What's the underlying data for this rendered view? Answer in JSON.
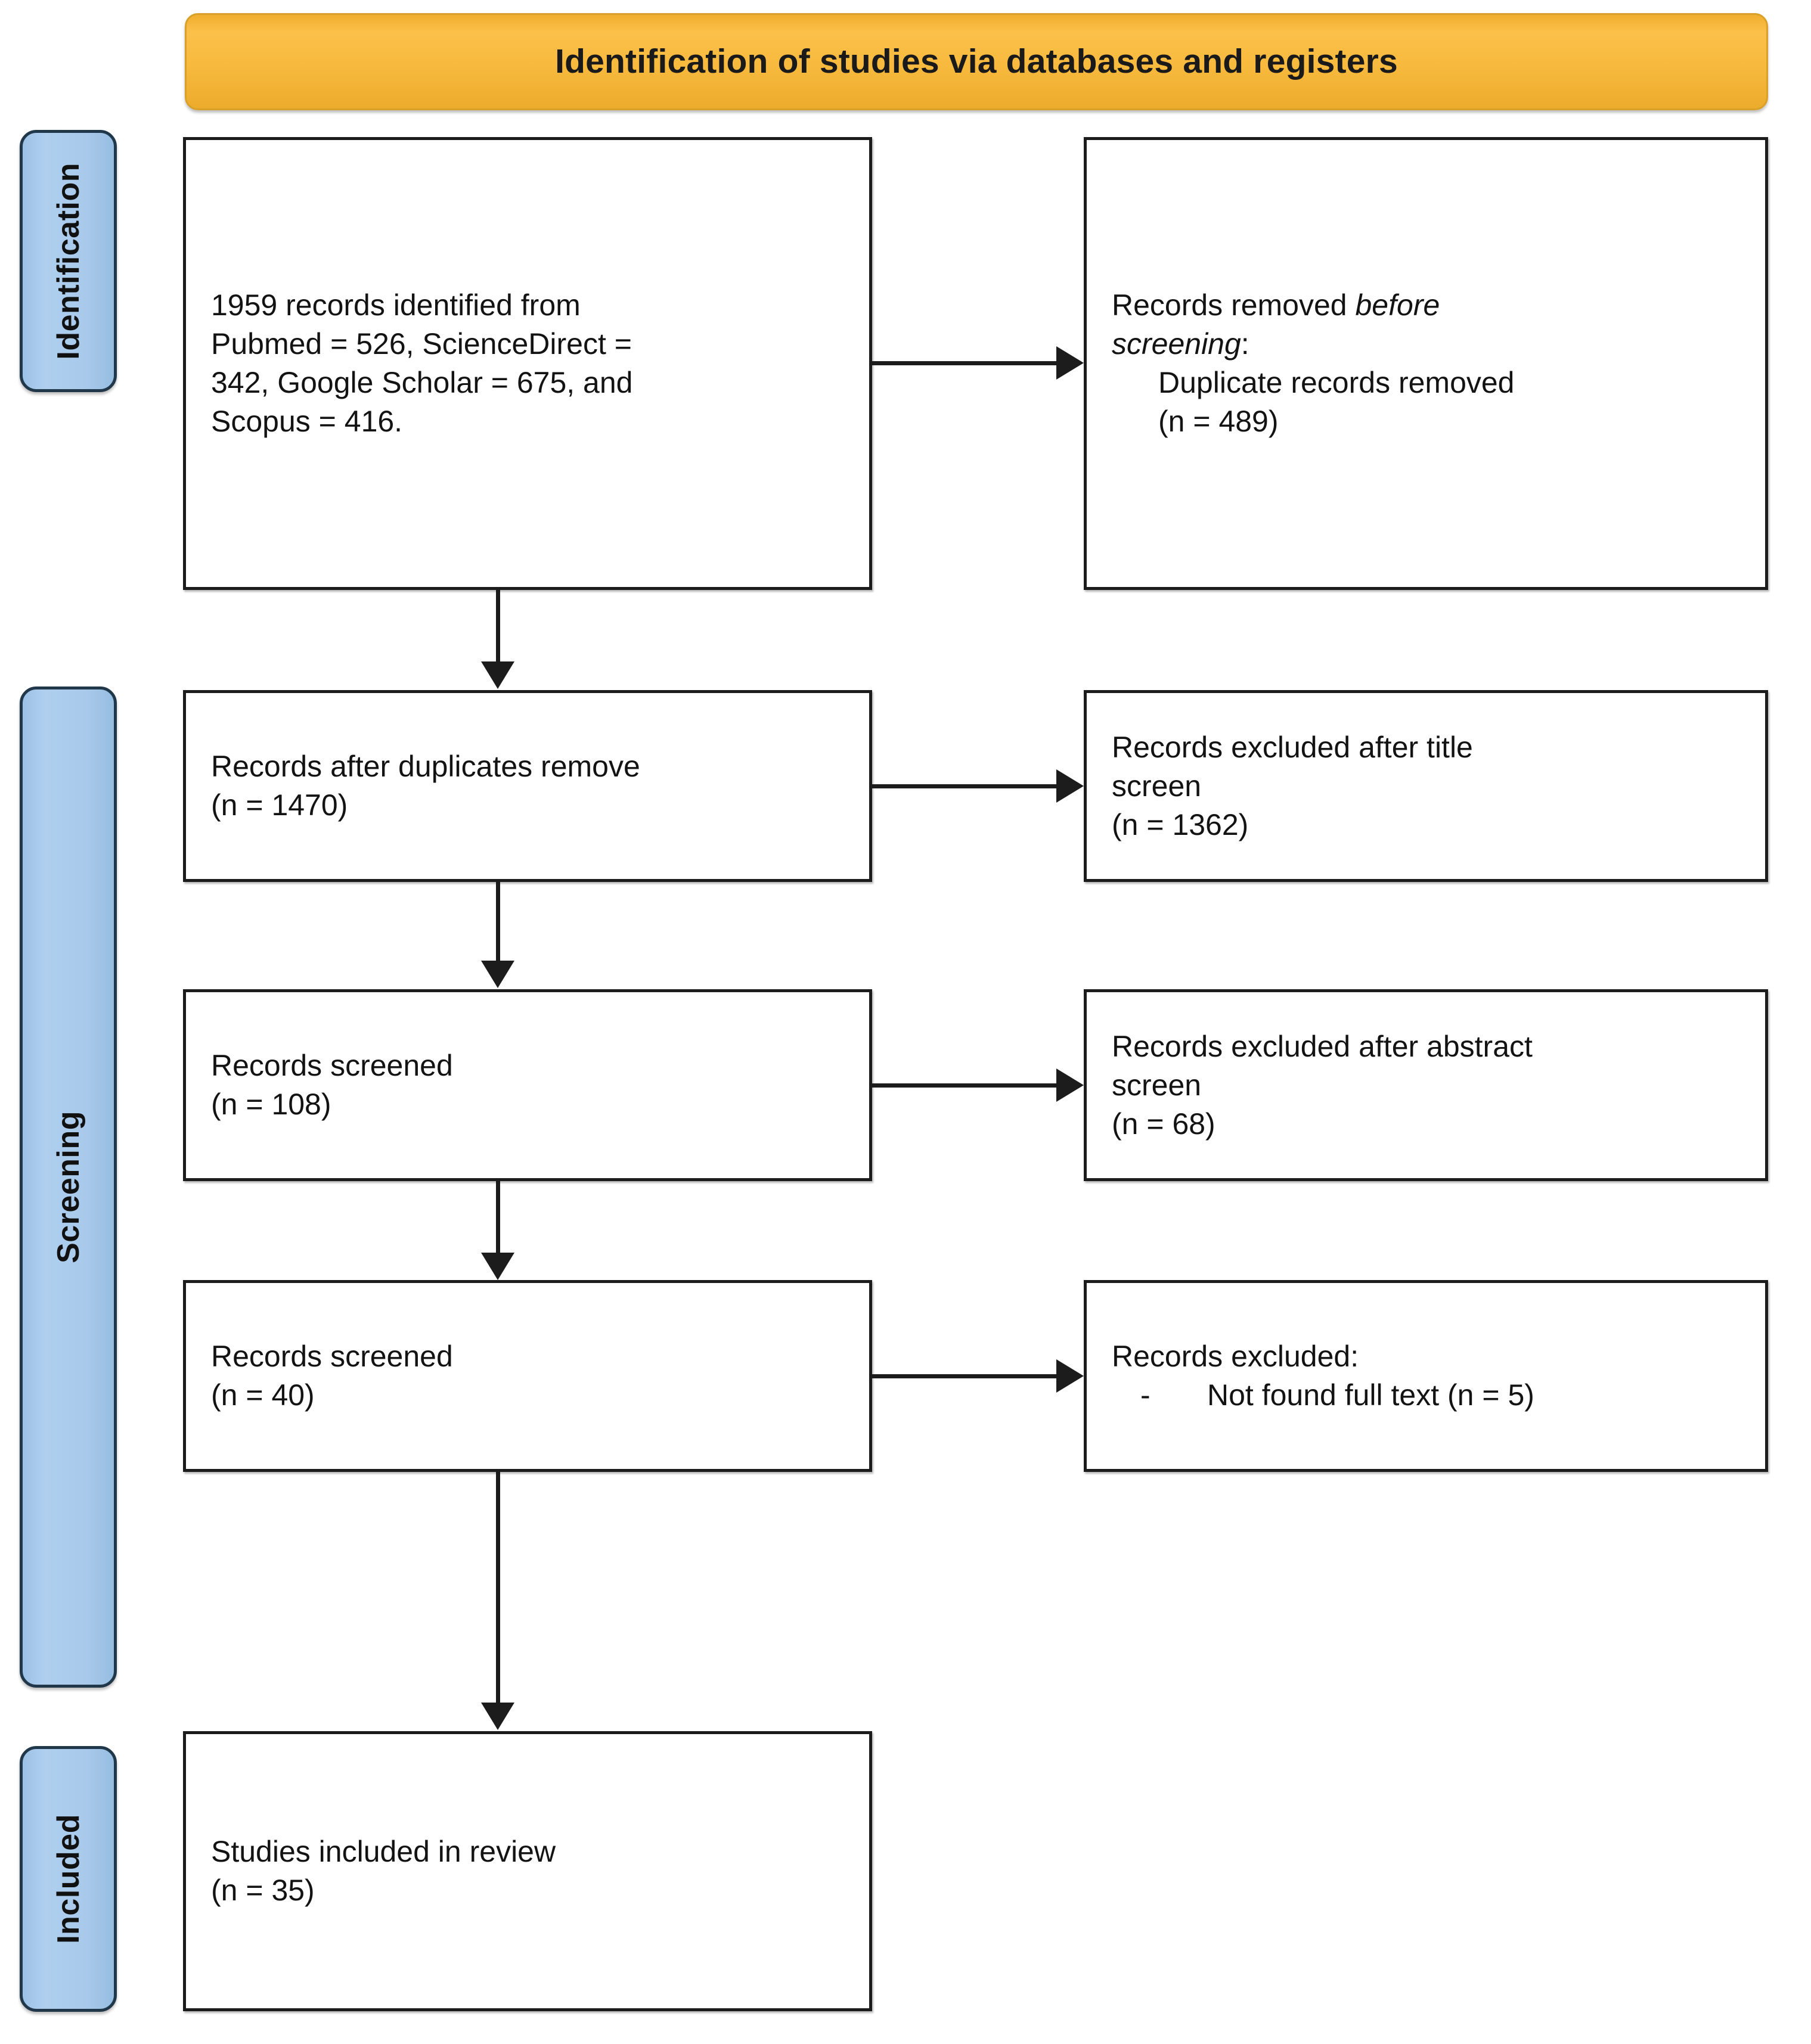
{
  "header": {
    "title": "Identification of studies via databases and registers",
    "background_color": "#f7ba3e"
  },
  "stages": [
    {
      "id": "identification",
      "label": "Identification",
      "background_color": "#a8c9ea"
    },
    {
      "id": "screening",
      "label": "Screening",
      "background_color": "#a8c9ea"
    },
    {
      "id": "included",
      "label": "Included",
      "background_color": "#a8c9ea"
    }
  ],
  "boxes": {
    "identified": {
      "line1": "1959 records identified from",
      "line2": "Pubmed = 526, ScienceDirect =",
      "line3": "342, Google Scholar = 675, and",
      "line4": "Scopus = 416."
    },
    "removed_before_screening": {
      "line1_prefix": "Records removed ",
      "line1_italic": "before",
      "line2_italic": "screening",
      "line2_suffix": ":",
      "line3": "Duplicate records removed",
      "line4": "(n = 489)"
    },
    "after_duplicates": {
      "line1": "Records after duplicates remove",
      "line2": "(n = 1470)"
    },
    "excluded_title": {
      "line1": "Records excluded after title",
      "line2": "screen",
      "line3": "(n = 1362)"
    },
    "screened_108": {
      "line1": "Records screened",
      "line2": "(n = 108)"
    },
    "excluded_abstract": {
      "line1": "Records excluded after abstract",
      "line2": "screen",
      "line3": "(n = 68)"
    },
    "screened_40": {
      "line1": "Records screened",
      "line2": "(n = 40)"
    },
    "excluded_fulltext": {
      "line1": "Records excluded:",
      "bullet_dash": "-",
      "bullet_text": "Not found full text (n = 5)"
    },
    "included_review": {
      "line1": "Studies included in review",
      "line2": "(n = 35)"
    }
  },
  "chart_data": {
    "type": "diagram",
    "title": "Identification of studies via databases and registers",
    "nodes": [
      {
        "id": "identified",
        "stage": "Identification",
        "column": "left",
        "text": "1959 records identified from Pubmed = 526, ScienceDirect = 342, Google Scholar = 675, and Scopus = 416.",
        "n": 1959
      },
      {
        "id": "removed_before",
        "stage": "Identification",
        "column": "right",
        "text": "Records removed before screening: Duplicate records removed (n = 489)",
        "n": 489
      },
      {
        "id": "after_dupes",
        "stage": "Screening",
        "column": "left",
        "text": "Records after duplicates remove (n = 1470)",
        "n": 1470
      },
      {
        "id": "excl_title",
        "stage": "Screening",
        "column": "right",
        "text": "Records excluded after title screen (n = 1362)",
        "n": 1362
      },
      {
        "id": "screened_108",
        "stage": "Screening",
        "column": "left",
        "text": "Records screened (n = 108)",
        "n": 108
      },
      {
        "id": "excl_abstract",
        "stage": "Screening",
        "column": "right",
        "text": "Records excluded after abstract screen (n = 68)",
        "n": 68
      },
      {
        "id": "screened_40",
        "stage": "Screening",
        "column": "left",
        "text": "Records screened (n = 40)",
        "n": 40
      },
      {
        "id": "excl_fulltext",
        "stage": "Screening",
        "column": "right",
        "text": "Records excluded: - Not found full text (n = 5)",
        "n": 5
      },
      {
        "id": "included_review",
        "stage": "Included",
        "column": "left",
        "text": "Studies included in review (n = 35)",
        "n": 35
      }
    ],
    "edges": [
      {
        "from": "identified",
        "to": "removed_before",
        "direction": "right"
      },
      {
        "from": "identified",
        "to": "after_dupes",
        "direction": "down"
      },
      {
        "from": "after_dupes",
        "to": "excl_title",
        "direction": "right"
      },
      {
        "from": "after_dupes",
        "to": "screened_108",
        "direction": "down"
      },
      {
        "from": "screened_108",
        "to": "excl_abstract",
        "direction": "right"
      },
      {
        "from": "screened_108",
        "to": "screened_40",
        "direction": "down"
      },
      {
        "from": "screened_40",
        "to": "excl_fulltext",
        "direction": "right"
      },
      {
        "from": "screened_40",
        "to": "included_review",
        "direction": "down"
      }
    ]
  }
}
